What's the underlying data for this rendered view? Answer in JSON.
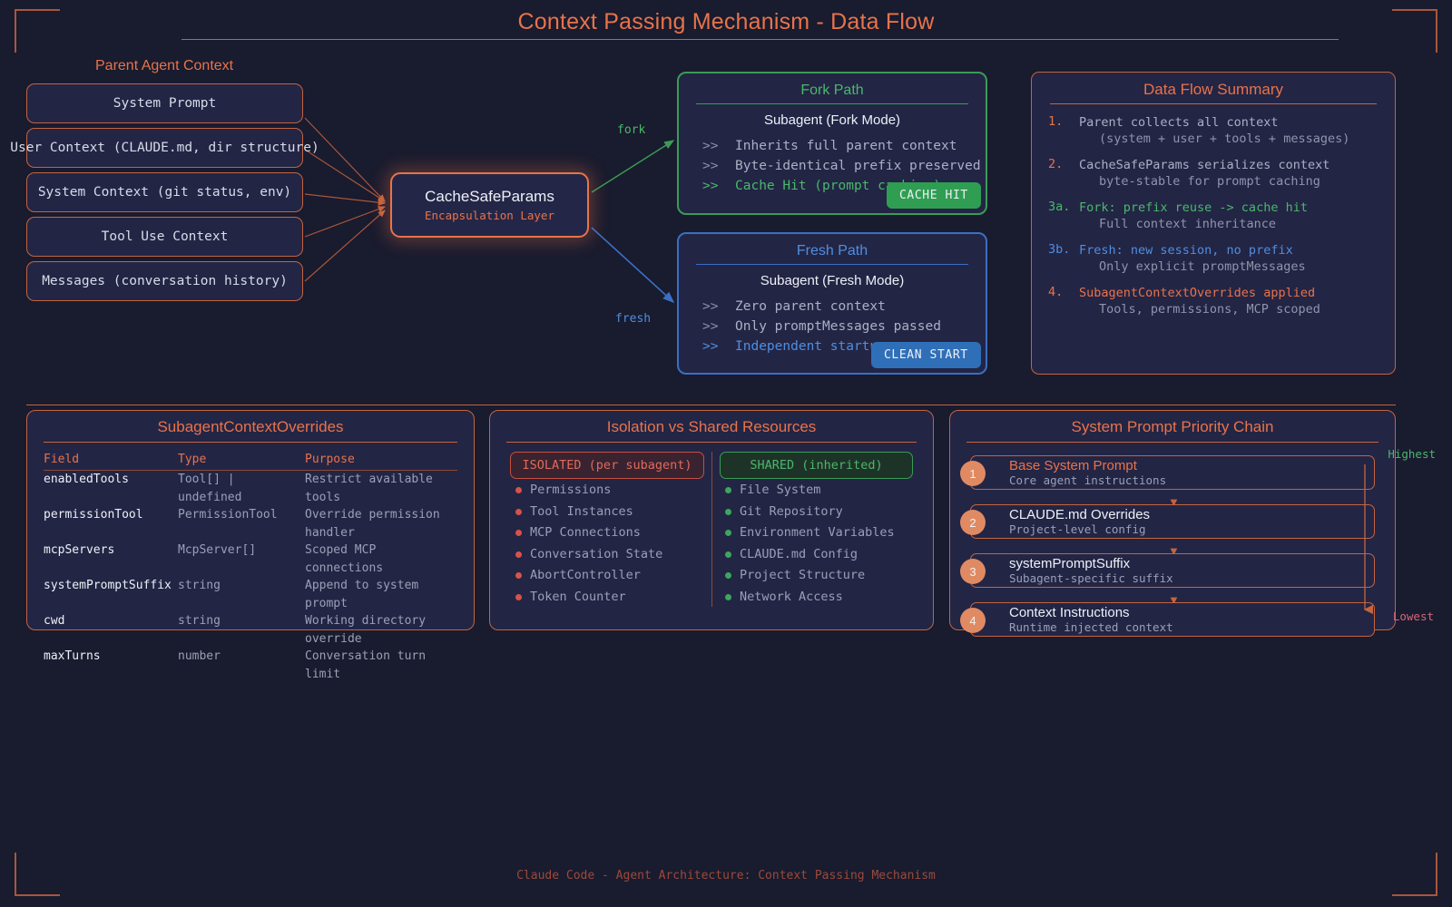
{
  "header": {
    "title": "Context Passing Mechanism - Data Flow"
  },
  "footer": {
    "text": "Claude Code - Agent Architecture: Context Passing Mechanism"
  },
  "parent_context": {
    "label": "Parent Agent Context",
    "items": [
      "System Prompt",
      "User Context (CLAUDE.md, dir structure)",
      "System Context (git status, env)",
      "Tool Use Context",
      "Messages (conversation history)"
    ]
  },
  "core": {
    "title": "CacheSafeParams",
    "subtitle": "Encapsulation Layer"
  },
  "edges": {
    "fork_label": "fork",
    "fresh_label": "fresh"
  },
  "fork_path": {
    "title": "Fork Path",
    "subtitle": "Subagent (Fork Mode)",
    "marker": ">>",
    "bullets": [
      "Inherits full parent context",
      "Byte-identical prefix preserved",
      "Cache Hit  (prompt caching)"
    ],
    "badge": "CACHE HIT"
  },
  "fresh_path": {
    "title": "Fresh Path",
    "subtitle": "Subagent (Fresh Mode)",
    "marker": ">>",
    "bullets": [
      "Zero parent context",
      "Only promptMessages passed",
      "Independent startup"
    ],
    "badge": "CLEAN START"
  },
  "summary": {
    "title": "Data Flow Summary",
    "steps": [
      {
        "num": "1.",
        "line1": "Parent collects all context",
        "line2": "(system + user + tools + messages)"
      },
      {
        "num": "2.",
        "line1": "CacheSafeParams serializes context",
        "line2": "byte-stable for prompt caching"
      },
      {
        "num": "3a.",
        "line1": "Fork: prefix reuse -> cache hit",
        "line2": "Full context inheritance"
      },
      {
        "num": "3b.",
        "line1": "Fresh: new session, no prefix",
        "line2": "Only explicit promptMessages"
      },
      {
        "num": "4.",
        "line1": "SubagentContextOverrides applied",
        "line2": "Tools, permissions, MCP scoped"
      }
    ]
  },
  "overrides": {
    "title": "SubagentContextOverrides",
    "columns": [
      "Field",
      "Type",
      "Purpose"
    ],
    "rows": [
      [
        "enabledTools",
        "Tool[] | undefined",
        "Restrict available tools"
      ],
      [
        "permissionTool",
        "PermissionTool",
        "Override permission handler"
      ],
      [
        "mcpServers",
        "McpServer[]",
        "Scoped MCP connections"
      ],
      [
        "systemPromptSuffix",
        "string",
        "Append to system prompt"
      ],
      [
        "cwd",
        "string",
        "Working directory override"
      ],
      [
        "maxTurns",
        "number",
        "Conversation turn limit"
      ]
    ]
  },
  "isolation": {
    "title": "Isolation vs Shared Resources",
    "isolated_label": "ISOLATED (per subagent)",
    "shared_label": "SHARED (inherited)",
    "isolated": [
      "Permissions",
      "Tool Instances",
      "MCP Connections",
      "Conversation State",
      "AbortController",
      "Token Counter"
    ],
    "shared": [
      "File System",
      "Git Repository",
      "Environment Variables",
      "CLAUDE.md Config",
      "Project Structure",
      "Network Access"
    ]
  },
  "priority": {
    "title": "System Prompt Priority Chain",
    "highest_label": "Highest",
    "lowest_label": "Lowest",
    "arrow": "▼",
    "steps": [
      {
        "num": "1",
        "name": "Base System Prompt",
        "desc": "Core agent instructions"
      },
      {
        "num": "2",
        "name": "CLAUDE.md Overrides",
        "desc": "Project-level config"
      },
      {
        "num": "3",
        "name": "systemPromptSuffix",
        "desc": "Subagent-specific suffix"
      },
      {
        "num": "4",
        "name": "Context Instructions",
        "desc": "Runtime injected context"
      }
    ]
  },
  "colors": {
    "background": "#191b2e",
    "accent_orange": "#e8734a",
    "green": "#3a9c54",
    "blue": "#3a6fc4",
    "panel": "#232545"
  }
}
